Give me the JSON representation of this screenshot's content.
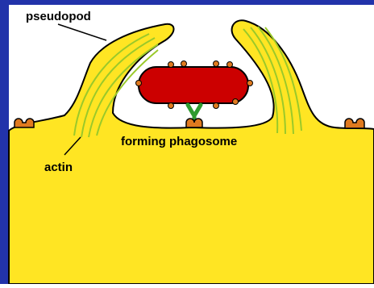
{
  "labels": {
    "pseudopod": "pseudopod",
    "phagosome": "forming phagosome",
    "actin": "actin"
  },
  "colors": {
    "frame": "#2233aa",
    "background": "#ffffff",
    "cell": "#ffe523",
    "actin": "#9ac92a",
    "bacterium": "#cc0000",
    "receptor": "#e07a1f",
    "adhesin": "#2f9a2f",
    "outline": "#000000",
    "text": "#000000"
  }
}
